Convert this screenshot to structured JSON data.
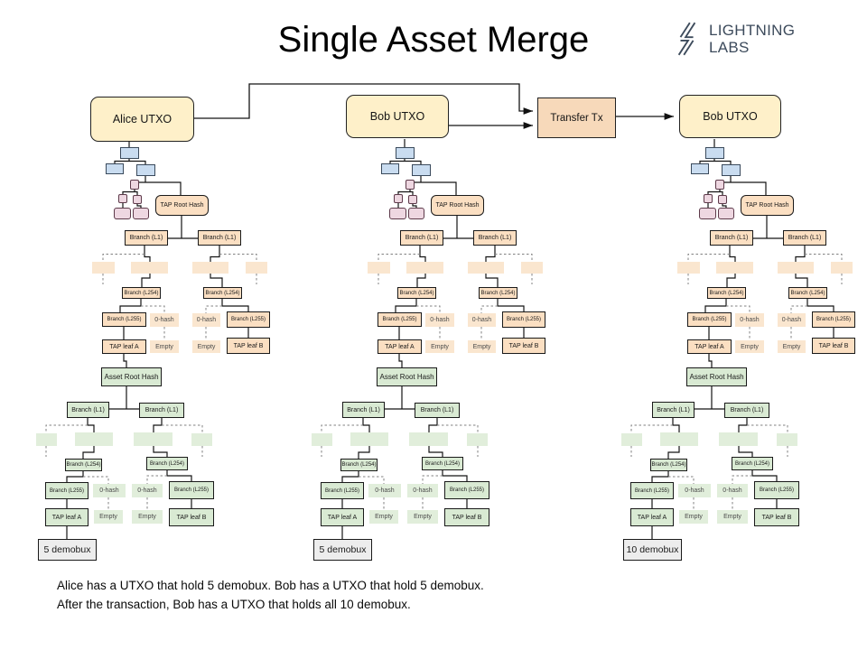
{
  "title": "Single Asset Merge",
  "logo": {
    "line1": "LIGHTNING",
    "line2": "LABS"
  },
  "flow": {
    "alice_utxo": "Alice UTXO",
    "bob_utxo": "Bob UTXO",
    "transfer_tx": "Transfer Tx",
    "bob_utxo_after": "Bob UTXO"
  },
  "tree_labels": {
    "tap_root_hash": "TAP Root Hash",
    "branch_l1": "Branch (L1)",
    "branch_l254": "Branch (L254)",
    "branch_l255": "Branch (L255)",
    "zero_hash": "0-hash",
    "empty": "Empty",
    "tap_leaf_a": "TAP leaf A",
    "tap_leaf_b": "TAP leaf B",
    "asset_root_hash": "Asset Root Hash"
  },
  "trees": [
    {
      "name": "alice-utxo-tree",
      "amount_label": "5 demobux"
    },
    {
      "name": "bob-utxo-tree",
      "amount_label": "5 demobux"
    },
    {
      "name": "bob-utxo-after-tree",
      "amount_label": "10 demobux"
    }
  ],
  "caption": {
    "line1": "Alice has a UTXO that hold 5 demobux. Bob has a UTXO that hold 5 demobux.",
    "line2": "After the transaction, Bob has a UTXO that holds all 10 demobux."
  },
  "colors": {
    "utxo_fill": "#fef0c9",
    "transfer_fill": "#f7d9ba",
    "tap_tree_fill": "#fbdfc2",
    "tap_tree_faded": "#fae6cf",
    "asset_tree_fill": "#d9ead3",
    "asset_tree_faded": "#e1eedb",
    "btc_header_fill": "#c9dcf0",
    "btc_tx_fill": "#eed7e1",
    "amount_fill": "#ededed",
    "line": "#141414"
  }
}
